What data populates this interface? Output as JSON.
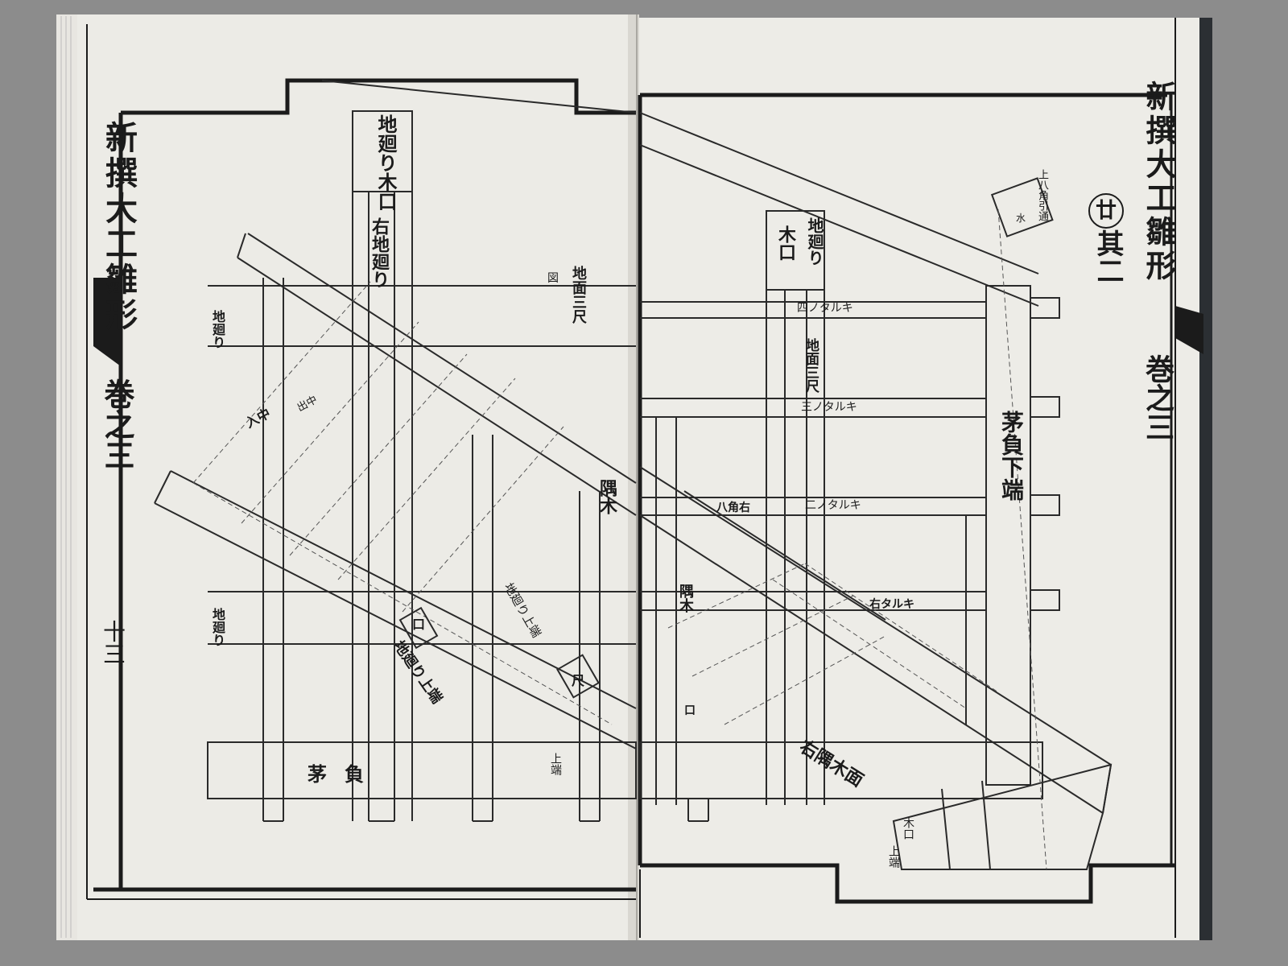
{
  "left_page": {
    "header_title": "新撰大工雛形",
    "header_volume": "巻之三",
    "page_number": "十三",
    "labels": {
      "top_post": "地廻り木口",
      "post_label_2": "右地廻り",
      "ground_face": "地面三尺",
      "small_marker_1": "図",
      "left_tag_1": "地廻り",
      "left_tag_2": "地廻り",
      "sumi_beam": "隅木",
      "bottom_beam": "茅負",
      "bottom_right": "上端",
      "diag_1": "地廻り上端",
      "diag_2": "地廻り上端",
      "diag_3": "入中",
      "diag_4": "出中",
      "box_1": "口",
      "box_2": "尺"
    }
  },
  "right_page": {
    "header_title": "新撰大工雛形",
    "header_volume": "巻之三",
    "section_mark": "廿",
    "section_label": "其二",
    "labels": {
      "kiguchi": "木口",
      "jimawari": "地廻り",
      "jimen": "地面三尺",
      "taruki_1": "四ノタルキ",
      "taruki_2": "三ノタルキ",
      "taruki_3": "二ノタルキ",
      "taruki_4": "右タルキ",
      "kayaoi_shita": "茅負下端",
      "right_sumi": "右隅木面",
      "hachi": "八角右",
      "corner_tag": "上八角引通",
      "mizu": "水",
      "sumi_vert": "隅木",
      "kiguchi_2": "口",
      "bottom_1": "木口",
      "bottom_2": "上端"
    }
  }
}
